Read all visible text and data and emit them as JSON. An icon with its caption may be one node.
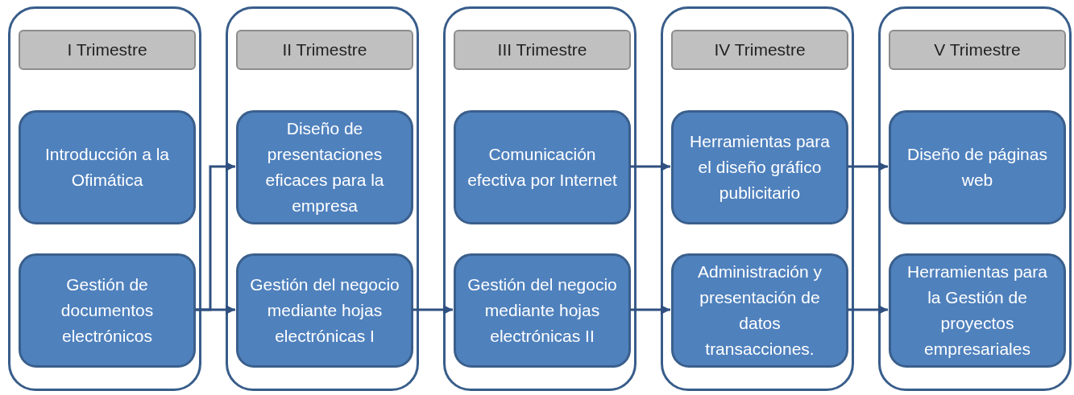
{
  "diagram": {
    "nodes": [
      {
        "text": [],
        "shape": "box"
      },
      {
        "text": [
          "I Trimestre"
        ],
        "in": 0
      },
      {
        "text": [
          "Introducción a la Ofimática"
        ],
        "in": 0
      },
      {
        "text": [
          "Gestión de documentos electrónicos"
        ],
        "in": 0
      },
      {
        "text": [],
        "shape": "box"
      },
      {
        "text": [
          "II Trimestre"
        ],
        "in": 4
      },
      {
        "text": [
          "Diseño de presentaciones eficaces para la empresa"
        ],
        "in": 4
      },
      {
        "text": [
          "Gestión del negocio mediante hojas electrónicas I"
        ],
        "in": 4
      },
      {
        "text": [],
        "shape": "box"
      },
      {
        "text": [
          "III Trimestre"
        ],
        "in": 8
      },
      {
        "text": [
          "Comunicación efectiva por Internet"
        ],
        "in": 8
      },
      {
        "text": [
          "Gestión del negocio mediante hojas electrónicas II"
        ],
        "in": 8
      },
      {
        "text": [],
        "shape": "box"
      },
      {
        "text": [
          "IV Trimestre"
        ],
        "in": 12
      },
      {
        "text": [
          "Herramientas para el diseño gráfico publicitario"
        ],
        "in": 12
      },
      {
        "text": [
          "Administración y presentación de datos transacciones."
        ],
        "in": 12
      },
      {
        "text": [],
        "shape": "box"
      },
      {
        "text": [
          "V Trimestre"
        ],
        "in": 16
      },
      {
        "text": [
          "Diseño  de páginas web"
        ],
        "in": 16
      },
      {
        "text": [
          "Herramientas para la Gestión de proyectos empresariales"
        ],
        "in": 16
      }
    ],
    "edges": [
      {
        "from": 3,
        "to": 6,
        "arrow": "to"
      },
      {
        "from": 3,
        "to": 7,
        "arrow": "to"
      },
      {
        "from": 7,
        "to": 11,
        "arrow": "to"
      },
      {
        "from": 10,
        "to": 14,
        "arrow": "to"
      },
      {
        "from": 11,
        "to": 15,
        "arrow": "to"
      },
      {
        "from": 14,
        "to": 18,
        "arrow": "to"
      },
      {
        "from": 15,
        "to": 19,
        "arrow": "to"
      }
    ]
  }
}
